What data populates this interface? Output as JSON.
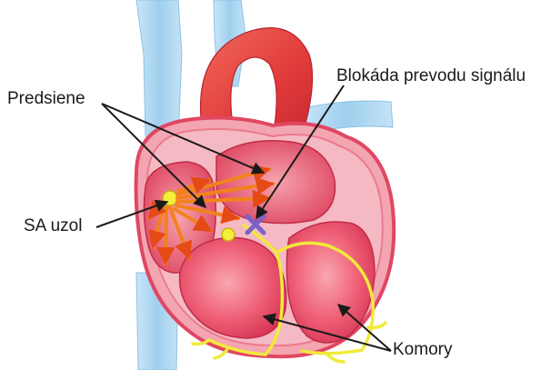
{
  "labels": {
    "atria": "Predsiene",
    "block": "Blokáda prevodu signálu",
    "sa_node": "SA uzol",
    "ventricles": "Komory"
  },
  "colors": {
    "heart_outer": "#e2405a",
    "heart_inner": "#f7b1bc",
    "chamber": "#e8506a",
    "aorta": "#e43a3a",
    "vessel": "#a7d4ef",
    "conduction": "#f1ea3a",
    "impulse_arrow": "#f07a1a",
    "block_mark": "#7a62c8",
    "label_text": "#1a1a1a"
  }
}
